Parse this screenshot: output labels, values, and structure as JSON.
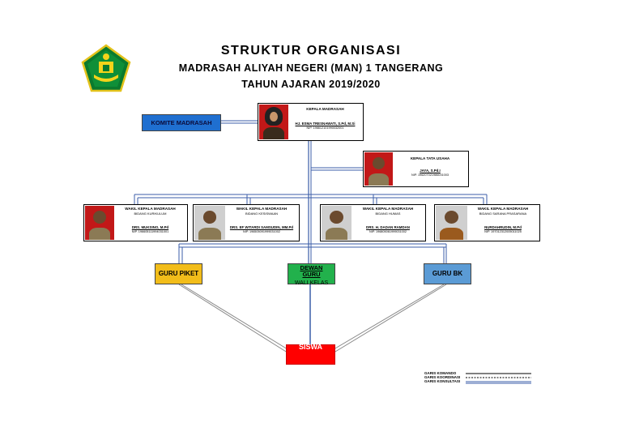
{
  "header": {
    "title": "STRUKTUR ORGANISASI",
    "school": "MADRASAH ALIYAH NEGERI (MAN) 1 TANGERANG",
    "year": "TAHUN AJARAN 2019/2020"
  },
  "kepala": {
    "role": "KEPALA MADRASAH",
    "name": "HJ. ESMA TRESNAWATI, S.Pd, M.Si",
    "nip": "NIP. 196612101990032001"
  },
  "komite": {
    "label": "KOMITE MADRASAH"
  },
  "tata_usaha": {
    "role": "KEPALA TATA USAHA",
    "name": "JAYA, S.Pd.I",
    "nip": "NIP. 196207021986031003"
  },
  "wakil": [
    {
      "role": "WAKIL KEPALA MADRASAH",
      "dept": "BIDANG KURIKULUM",
      "name": "DRS. MUKSINO, M.Pd",
      "nip": "NIP. 196605111994031001"
    },
    {
      "role": "WAKIL KEPALA MADRASAH",
      "dept": "BIDANG KESISWAAN",
      "name": "DRS. EF WITARDI SAMSUDIN, MM.Pd",
      "nip": "NIP. 196505091999031002"
    },
    {
      "role": "WAKIL KEPALA MADRASAH",
      "dept": "BIDANG HUMAS",
      "name": "DRS. H. DADAN RAMDAN",
      "nip": "NIP. 196805061999031002"
    },
    {
      "role": "WAKIL KEPALA MADRASAH",
      "dept": "BIDANG SARANA PRASARANA",
      "name": "NURDAHRUDIN, M.Pd",
      "nip": "NIP. 197012312005011025"
    }
  ],
  "units": {
    "guru_piket": "GURU PIKET",
    "dewan_guru_1": "DEWAN",
    "dewan_guru_2": "GURU",
    "wali_kelas": "WALI KELAS",
    "guru_bk": "GURU BK",
    "siswa": "SISWA"
  },
  "legend": {
    "komando": "GARIS KOMANDO",
    "koordinasi": "GARIS KOORDINASI",
    "konsultasi": "GARIS KONSULTASI"
  },
  "colors": {
    "komite": "#1f6fd0",
    "guru_piket": "#f2bd1a",
    "dewan_guru": "#22b14c",
    "guru_bk": "#5b9bd5",
    "siswa": "#ff0000",
    "line_blue": "#3b5ea8"
  }
}
